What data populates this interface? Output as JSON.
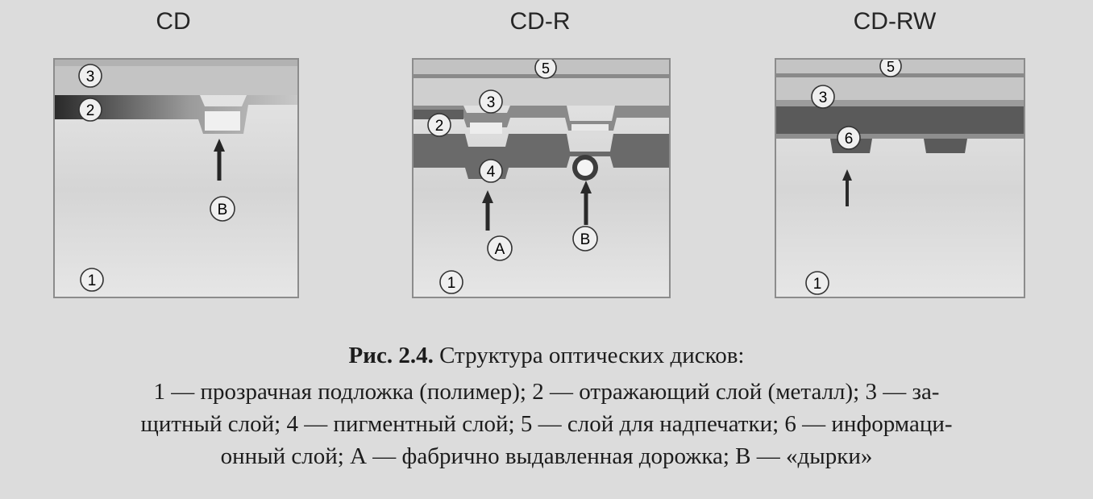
{
  "panels": [
    {
      "title": "CD",
      "labels": {
        "substrate": "1",
        "reflective": "2",
        "protective": "3",
        "marker_b": "B"
      }
    },
    {
      "title": "CD-R",
      "labels": {
        "print": "5",
        "protective": "3",
        "reflective": "2",
        "pigment": "4",
        "marker_a": "A",
        "marker_b": "B",
        "substrate": "1"
      }
    },
    {
      "title": "CD-RW",
      "labels": {
        "print": "5",
        "protective": "3",
        "info": "6",
        "substrate": "1"
      }
    }
  ],
  "caption": {
    "fig_label": "Рис. 2.4.",
    "fig_title": " Структура оптических дисков:",
    "line2": "1 — прозрачная подложка (полимер); 2 — отражающий слой (металл); 3 — за-",
    "line3": "щитный слой; 4 — пигментный слой; 5 — слой для надпечатки; 6 — информаци-",
    "line4": "онный слой; А — фабрично выдавленная дорожка; В — «дырки»"
  },
  "colors": {
    "background": "#dcdcdc",
    "substrate": "#e4e4e4",
    "protective": "#c9c9c9",
    "reflective": "#555555",
    "pigment": "#6f6f6f",
    "frame": "#8c8c8c",
    "text": "#1e1e1e"
  }
}
